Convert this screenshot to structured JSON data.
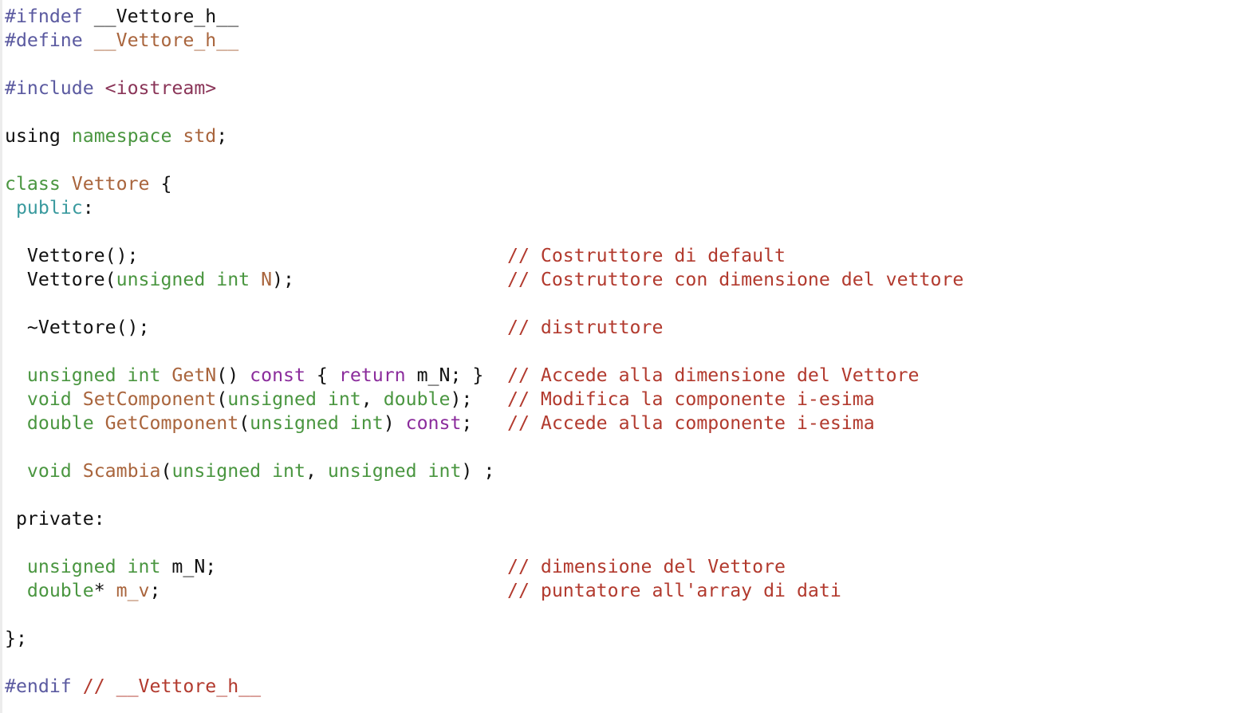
{
  "file": {
    "language": "C++ header",
    "lines": [
      {
        "n": 1,
        "tokens": [
          {
            "t": "#ifndef",
            "c": "pp"
          },
          {
            "t": " ",
            "c": "plain"
          },
          {
            "t": "__Vettore_h__",
            "c": "plain"
          }
        ],
        "comment": ""
      },
      {
        "n": 2,
        "tokens": [
          {
            "t": "#define",
            "c": "pp"
          },
          {
            "t": " ",
            "c": "plain"
          },
          {
            "t": "__Vettore_h__",
            "c": "macro"
          }
        ],
        "comment": ""
      },
      {
        "n": 3,
        "tokens": [],
        "comment": ""
      },
      {
        "n": 4,
        "tokens": [
          {
            "t": "#include",
            "c": "pp"
          },
          {
            "t": " ",
            "c": "plain"
          },
          {
            "t": "<iostream>",
            "c": "str"
          }
        ],
        "comment": ""
      },
      {
        "n": 5,
        "tokens": [],
        "comment": ""
      },
      {
        "n": 6,
        "tokens": [
          {
            "t": "using",
            "c": "plain"
          },
          {
            "t": " ",
            "c": "plain"
          },
          {
            "t": "namespace",
            "c": "kw"
          },
          {
            "t": " ",
            "c": "plain"
          },
          {
            "t": "std",
            "c": "id"
          },
          {
            "t": ";",
            "c": "plain"
          }
        ],
        "comment": ""
      },
      {
        "n": 7,
        "tokens": [],
        "comment": ""
      },
      {
        "n": 8,
        "tokens": [
          {
            "t": "class",
            "c": "kw"
          },
          {
            "t": " ",
            "c": "plain"
          },
          {
            "t": "Vettore",
            "c": "cls"
          },
          {
            "t": " {",
            "c": "plain"
          }
        ],
        "comment": ""
      },
      {
        "n": 9,
        "tokens": [
          {
            "t": " ",
            "c": "plain"
          },
          {
            "t": "public",
            "c": "acc"
          },
          {
            "t": ":",
            "c": "plain"
          }
        ],
        "comment": ""
      },
      {
        "n": 10,
        "tokens": [],
        "comment": ""
      },
      {
        "n": 11,
        "tokens": [
          {
            "t": "  Vettore();",
            "c": "plain"
          }
        ],
        "comment": "// Costruttore di default"
      },
      {
        "n": 12,
        "tokens": [
          {
            "t": "  Vettore(",
            "c": "plain"
          },
          {
            "t": "unsigned int",
            "c": "type"
          },
          {
            "t": " ",
            "c": "plain"
          },
          {
            "t": "N",
            "c": "id"
          },
          {
            "t": ");",
            "c": "plain"
          }
        ],
        "comment": "// Costruttore con dimensione del vettore"
      },
      {
        "n": 13,
        "tokens": [],
        "comment": ""
      },
      {
        "n": 14,
        "tokens": [
          {
            "t": "  ~Vettore();",
            "c": "plain"
          }
        ],
        "comment": "// distruttore"
      },
      {
        "n": 15,
        "tokens": [],
        "comment": ""
      },
      {
        "n": 16,
        "tokens": [
          {
            "t": "  ",
            "c": "plain"
          },
          {
            "t": "unsigned int",
            "c": "type"
          },
          {
            "t": " ",
            "c": "plain"
          },
          {
            "t": "GetN",
            "c": "fn"
          },
          {
            "t": "() ",
            "c": "plain"
          },
          {
            "t": "const",
            "c": "pur"
          },
          {
            "t": " { ",
            "c": "plain"
          },
          {
            "t": "return",
            "c": "pur"
          },
          {
            "t": " m_N; }",
            "c": "plain"
          }
        ],
        "comment": "// Accede alla dimensione del Vettore"
      },
      {
        "n": 17,
        "tokens": [
          {
            "t": "  ",
            "c": "plain"
          },
          {
            "t": "void",
            "c": "type"
          },
          {
            "t": " ",
            "c": "plain"
          },
          {
            "t": "SetComponent",
            "c": "fn"
          },
          {
            "t": "(",
            "c": "plain"
          },
          {
            "t": "unsigned int",
            "c": "type"
          },
          {
            "t": ", ",
            "c": "plain"
          },
          {
            "t": "double",
            "c": "type"
          },
          {
            "t": ");",
            "c": "plain"
          }
        ],
        "comment": "// Modifica la componente i-esima"
      },
      {
        "n": 18,
        "tokens": [
          {
            "t": "  ",
            "c": "plain"
          },
          {
            "t": "double",
            "c": "type"
          },
          {
            "t": " ",
            "c": "plain"
          },
          {
            "t": "GetComponent",
            "c": "fn"
          },
          {
            "t": "(",
            "c": "plain"
          },
          {
            "t": "unsigned int",
            "c": "type"
          },
          {
            "t": ") ",
            "c": "plain"
          },
          {
            "t": "const",
            "c": "pur"
          },
          {
            "t": ";",
            "c": "plain"
          }
        ],
        "comment": "// Accede alla componente i-esima"
      },
      {
        "n": 19,
        "tokens": [],
        "comment": ""
      },
      {
        "n": 20,
        "tokens": [
          {
            "t": "  ",
            "c": "plain"
          },
          {
            "t": "void",
            "c": "type"
          },
          {
            "t": " ",
            "c": "plain"
          },
          {
            "t": "Scambia",
            "c": "fn"
          },
          {
            "t": "(",
            "c": "plain"
          },
          {
            "t": "unsigned int",
            "c": "type"
          },
          {
            "t": ", ",
            "c": "plain"
          },
          {
            "t": "unsigned int",
            "c": "type"
          },
          {
            "t": ") ;",
            "c": "plain"
          }
        ],
        "comment": ""
      },
      {
        "n": 21,
        "tokens": [],
        "comment": ""
      },
      {
        "n": 22,
        "tokens": [
          {
            "t": " private:",
            "c": "plain"
          }
        ],
        "comment": ""
      },
      {
        "n": 23,
        "tokens": [],
        "comment": ""
      },
      {
        "n": 24,
        "tokens": [
          {
            "t": "  ",
            "c": "plain"
          },
          {
            "t": "unsigned int",
            "c": "type"
          },
          {
            "t": " m_N;",
            "c": "plain"
          }
        ],
        "comment": "// dimensione del Vettore"
      },
      {
        "n": 25,
        "tokens": [
          {
            "t": "  ",
            "c": "plain"
          },
          {
            "t": "double",
            "c": "type"
          },
          {
            "t": "* ",
            "c": "plain"
          },
          {
            "t": "m_v",
            "c": "id"
          },
          {
            "t": ";",
            "c": "plain"
          }
        ],
        "comment": "// puntatore all'array di dati"
      },
      {
        "n": 26,
        "tokens": [],
        "comment": ""
      },
      {
        "n": 27,
        "tokens": [
          {
            "t": "};",
            "c": "plain"
          }
        ],
        "comment": ""
      },
      {
        "n": 28,
        "tokens": [],
        "comment": ""
      },
      {
        "n": 29,
        "tokens": [
          {
            "t": "#endif",
            "c": "pp"
          },
          {
            "t": " ",
            "c": "plain"
          },
          {
            "t": "// __Vettore_h__",
            "c": "com"
          }
        ],
        "comment": ""
      }
    ]
  },
  "colors": {
    "preprocessor": "#5b5aa0",
    "macro": "#a9653d",
    "include_string": "#8a3558",
    "keyword_type": "#4a9640",
    "access_specifier": "#3a9a9e",
    "const_return": "#8b2c9c",
    "identifier": "#a9653d",
    "comment": "#b23a2e",
    "text": "#111111",
    "background": "#ffffff"
  }
}
